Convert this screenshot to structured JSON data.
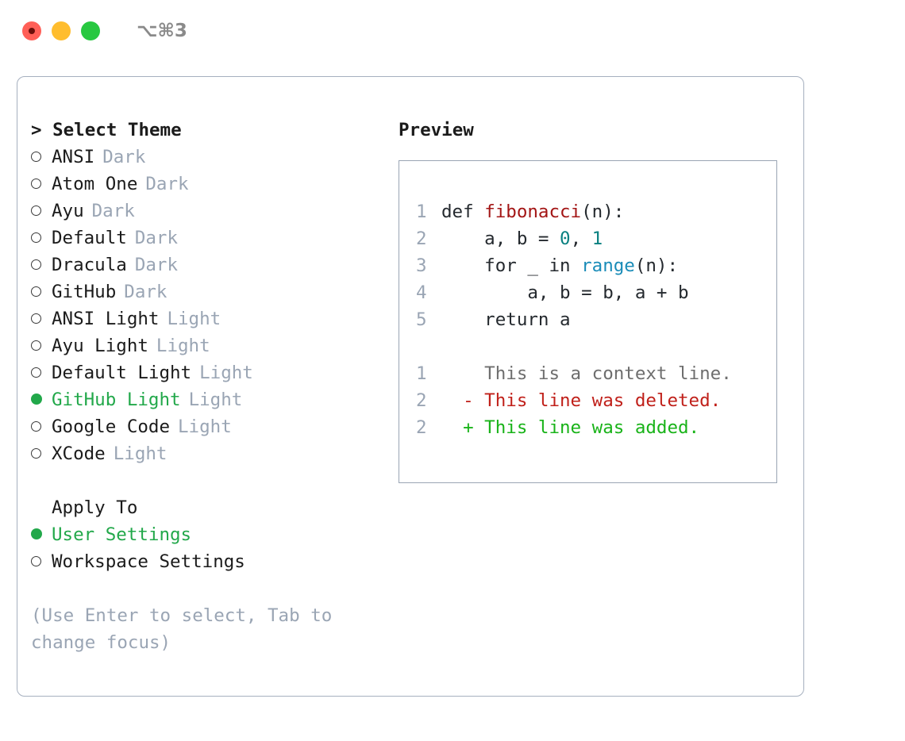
{
  "titlebar": {
    "lights": [
      {
        "name": "close",
        "color": "#ff5f57"
      },
      {
        "name": "minimize",
        "color": "#ffbd2e"
      },
      {
        "name": "maximize",
        "color": "#28c840"
      }
    ],
    "keybinding": "⌥⌘3"
  },
  "theme_panel": {
    "title": "> Select Theme",
    "themes": [
      {
        "name": "ANSI",
        "tag": "Dark",
        "selected": false
      },
      {
        "name": "Atom One",
        "tag": "Dark",
        "selected": false
      },
      {
        "name": "Ayu",
        "tag": "Dark",
        "selected": false
      },
      {
        "name": "Default",
        "tag": "Dark",
        "selected": false
      },
      {
        "name": "Dracula",
        "tag": "Dark",
        "selected": false
      },
      {
        "name": "GitHub",
        "tag": "Dark",
        "selected": false
      },
      {
        "name": "ANSI Light",
        "tag": "Light",
        "selected": false
      },
      {
        "name": "Ayu Light",
        "tag": "Light",
        "selected": false
      },
      {
        "name": "Default Light",
        "tag": "Light",
        "selected": false
      },
      {
        "name": "GitHub Light",
        "tag": "Light",
        "selected": true
      },
      {
        "name": "Google Code",
        "tag": "Light",
        "selected": false
      },
      {
        "name": "XCode",
        "tag": "Light",
        "selected": false
      }
    ],
    "apply_to": {
      "title": "Apply To",
      "options": [
        {
          "name": "User Settings",
          "selected": true
        },
        {
          "name": "Workspace Settings",
          "selected": false
        }
      ]
    },
    "help_text": "(Use Enter to select, Tab to change focus)"
  },
  "preview_panel": {
    "title": "Preview",
    "code_lines": [
      {
        "no": "1",
        "tokens": [
          {
            "t": "def ",
            "c": "plain"
          },
          {
            "t": "fibonacci",
            "c": "fn"
          },
          {
            "t": "(n):",
            "c": "plain"
          }
        ]
      },
      {
        "no": "2",
        "tokens": [
          {
            "t": "    a, b = ",
            "c": "plain"
          },
          {
            "t": "0",
            "c": "num"
          },
          {
            "t": ", ",
            "c": "plain"
          },
          {
            "t": "1",
            "c": "num"
          }
        ]
      },
      {
        "no": "3",
        "tokens": [
          {
            "t": "    for _ in ",
            "c": "plain"
          },
          {
            "t": "range",
            "c": "builtin"
          },
          {
            "t": "(n):",
            "c": "plain"
          }
        ]
      },
      {
        "no": "4",
        "tokens": [
          {
            "t": "        a, b = b, a + b",
            "c": "plain"
          }
        ]
      },
      {
        "no": "5",
        "tokens": [
          {
            "t": "    return a",
            "c": "plain"
          }
        ]
      }
    ],
    "diff_lines": [
      {
        "no": "1",
        "marker": " ",
        "text": "This is a context line.",
        "kind": "ctx"
      },
      {
        "no": "2",
        "marker": "-",
        "text": "This line was deleted.",
        "kind": "del"
      },
      {
        "no": "2",
        "marker": "+",
        "text": "This line was added.",
        "kind": "add"
      }
    ]
  },
  "colors": {
    "accent_green": "#22a84a",
    "muted": "#9aa5b4",
    "border": "#a6b0bf",
    "text": "#1b1b1b",
    "syntax_function": "#a31515",
    "syntax_number": "#098080",
    "syntax_builtin": "#1a8cb8",
    "diff_add": "#19b319",
    "diff_del": "#c0201a",
    "diff_context": "#6e6e6e"
  }
}
